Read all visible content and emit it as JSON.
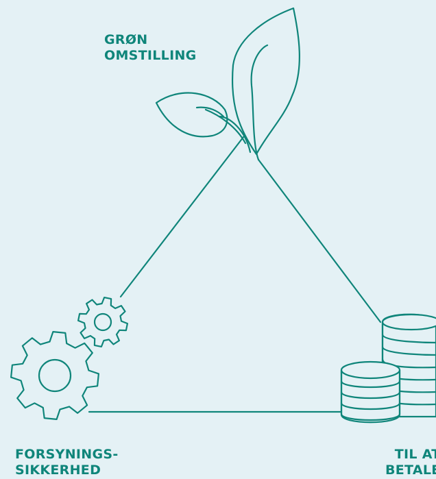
{
  "labels": {
    "green_transition": [
      "GRØN",
      "OMSTILLING"
    ],
    "supply_security": [
      "FORSYNINGS-",
      "SIKKERHED"
    ],
    "affordability": [
      "TIL AT",
      "BETALE"
    ]
  },
  "icons": {
    "top": "sprout-icon",
    "bottom_left": "gears-icon",
    "bottom_right": "coins-icon"
  },
  "colors": {
    "background": "#e4f1f5",
    "stroke": "#0f857a",
    "text": "#0f857a"
  }
}
